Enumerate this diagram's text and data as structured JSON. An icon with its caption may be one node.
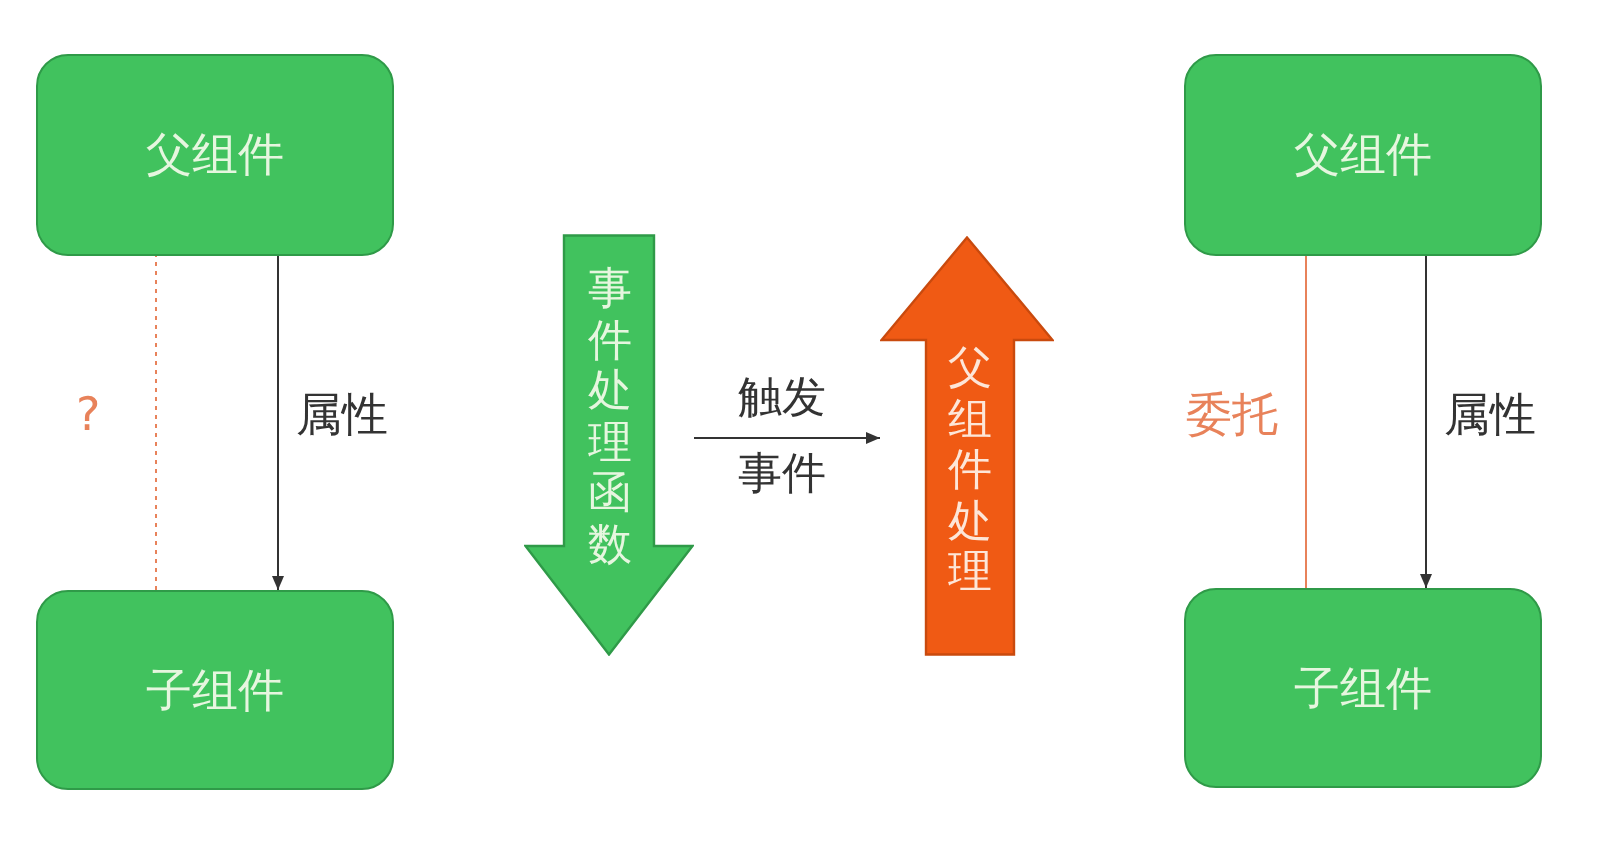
{
  "diagram": {
    "nodes": [
      {
        "text": [
          "父组件"
        ]
      },
      {
        "text": [
          "子组件"
        ]
      },
      {
        "text": [
          "事件处理函数"
        ]
      },
      {
        "text": [
          "父组件处理"
        ]
      },
      {
        "text": [
          "父组件"
        ]
      },
      {
        "text": [
          "子组件"
        ]
      }
    ],
    "edges": [
      {
        "from": 0,
        "to": 1,
        "arrow": "to",
        "label": "属性"
      },
      {
        "from": 1,
        "to": 0,
        "arrow": "none",
        "label": "?",
        "style": "dashed",
        "color": "#e8825a"
      },
      {
        "from": 2,
        "to": 3,
        "arrow": "to",
        "label": "触发事件"
      },
      {
        "from": 4,
        "to": 5,
        "arrow": "to",
        "label": "属性"
      },
      {
        "from": 5,
        "to": 4,
        "arrow": "none",
        "label": "委托",
        "color": "#e8825a"
      }
    ]
  }
}
